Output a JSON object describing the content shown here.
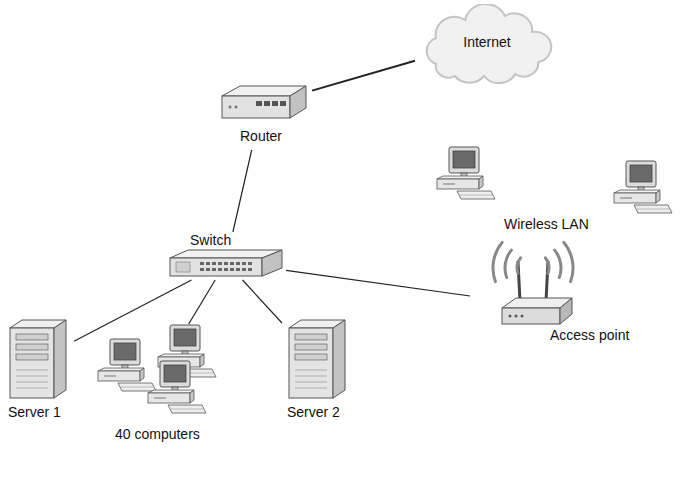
{
  "diagram": {
    "nodes": [
      {
        "text": [
          "Internet"
        ]
      },
      {
        "text": [
          "Router"
        ]
      },
      {
        "text": [
          "Switch"
        ]
      },
      {
        "text": [
          "Server 1"
        ]
      },
      {
        "text": [
          "40 computers"
        ]
      },
      {
        "text": [
          "Server 2"
        ]
      },
      {
        "text": [
          "Access point"
        ]
      },
      {
        "text": [
          "Wireless LAN"
        ]
      }
    ],
    "edges": [
      {
        "from": 1,
        "to": 0,
        "arrow": "none"
      },
      {
        "from": 1,
        "to": 2,
        "arrow": "none"
      },
      {
        "from": 2,
        "to": 3,
        "arrow": "none"
      },
      {
        "from": 2,
        "to": 4,
        "arrow": "none"
      },
      {
        "from": 2,
        "to": 5,
        "arrow": "none"
      },
      {
        "from": 2,
        "to": 6,
        "arrow": "none"
      }
    ]
  }
}
